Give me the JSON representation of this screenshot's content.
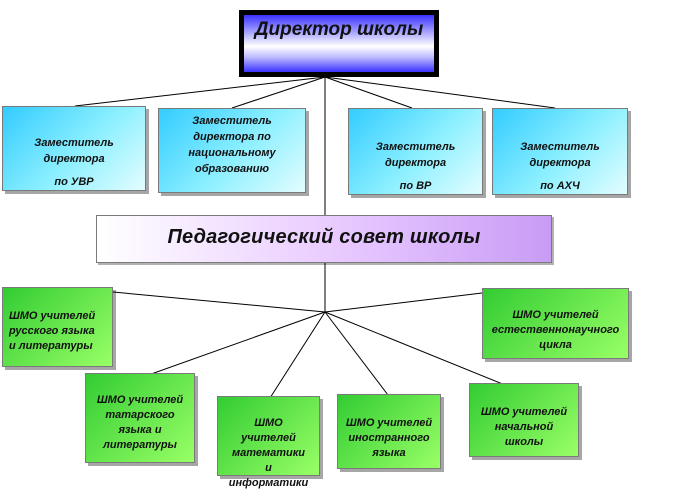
{
  "director": {
    "label": "Директор школы"
  },
  "deputies": [
    {
      "name": "deputy-uvr",
      "main": "Заместитель\nдиректора",
      "sub": "по УВР"
    },
    {
      "name": "deputy-national",
      "main": "Заместитель\nдиректора по\nнациональному\nобразованию",
      "sub": ""
    },
    {
      "name": "deputy-vr",
      "main": "Заместитель\nдиректора",
      "sub": "по ВР"
    },
    {
      "name": "deputy-ahch",
      "main": "Заместитель\nдиректора",
      "sub": "по АХЧ"
    }
  ],
  "council": {
    "label": "Педагогический совет школы"
  },
  "shmo": [
    {
      "name": "shmo-russian",
      "label": "ШМО учителей\nрусского языка\nи литературы"
    },
    {
      "name": "shmo-tatar",
      "label": "ШМО учителей\nтатарского\nязыка и\nлитературы"
    },
    {
      "name": "shmo-math",
      "label": "ШМО\nучителей\nматематики\nи\nинформатики"
    },
    {
      "name": "shmo-foreign",
      "label": "ШМО учителей\nиностранного\nязыка"
    },
    {
      "name": "shmo-primary",
      "label": "ШМО учителей\nначальной\nшколы"
    },
    {
      "name": "shmo-science",
      "label": "ШМО учителей\nестественнонаучного\nцикла"
    }
  ]
}
